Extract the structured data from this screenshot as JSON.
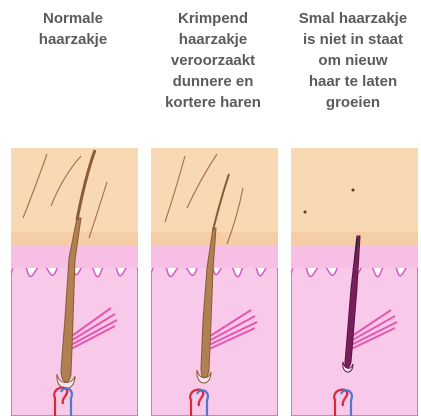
{
  "colors": {
    "caption_text": "#5b5b5b",
    "epidermis": "#f9d9b3",
    "dermis": "#f8c9e9",
    "dermis_border": "#d95cc3",
    "hair_brown": "#a8774a",
    "hair_dark": "#5a1645",
    "muscle": "#e33aa1",
    "vessel_red": "#d8283a",
    "vessel_blue": "#4f79c9"
  },
  "panels": [
    {
      "id": "normal",
      "caption": "Normale\nhaarzakje",
      "icon": "normal-hair-follicle-diagram"
    },
    {
      "id": "shrinking",
      "caption": "Krimpend\nhaarzakje\nveroorzaakt\ndunnere en\nkortere haren",
      "icon": "shrinking-hair-follicle-diagram"
    },
    {
      "id": "narrow",
      "caption": "Smal haarzakje\nis niet in staat\nom nieuw\nhaar te laten\ngroeien",
      "icon": "narrow-hair-follicle-diagram"
    }
  ]
}
